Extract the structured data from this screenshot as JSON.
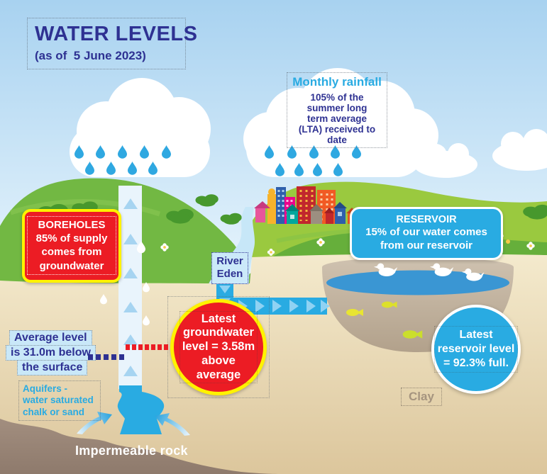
{
  "title": {
    "heading": "WATER LEVELS",
    "subheading": "(as of  5 June 2023)"
  },
  "rainfall": {
    "heading": "Monthly rainfall",
    "lines": [
      "105% of the",
      "summer long",
      "term average",
      "(LTA) received to",
      "date"
    ]
  },
  "boreholes": {
    "lines": [
      "BOREHOLES",
      "85% of supply",
      "comes from",
      "groundwater"
    ]
  },
  "reservoir_box": {
    "lines": [
      "RESERVOIR",
      "15% of our water comes",
      "from our reservoir"
    ]
  },
  "river": {
    "lines": [
      "River",
      "Eden"
    ]
  },
  "groundwater_circle": {
    "lines": [
      "Latest",
      "groundwater",
      "level = 3.58m",
      "above",
      "average"
    ]
  },
  "reservoir_circle": {
    "lines": [
      "Latest",
      "reservoir level",
      "= 92.3% full."
    ]
  },
  "average_level": {
    "lines": [
      "Average level",
      "is 31.0m below",
      "the surface"
    ]
  },
  "aquifers": {
    "lines": [
      "Aquifers -",
      "water saturated",
      "chalk or sand"
    ]
  },
  "clay_label": "Clay",
  "impermeable_label": "Impermeable rock",
  "stats": {
    "monthly_rainfall_pct_of_summer_lta": "105%",
    "supply_from_groundwater": "85%",
    "supply_from_reservoir": "15%",
    "groundwater_level_above_average_m": "3.58",
    "average_level_below_surface_m": "31.0",
    "reservoir_full_pct": "92.3%"
  },
  "colors": {
    "accent_red": "#EC1C24",
    "accent_yellow": "#FFF200",
    "accent_blue": "#29ABE2",
    "navy": "#2E3192",
    "grass_green": "#72B843",
    "sand": "#EFE2C4",
    "rock_brown": "#998474",
    "river_blue": "#C7E7F8",
    "reservoir_water": "#3A96D3"
  }
}
